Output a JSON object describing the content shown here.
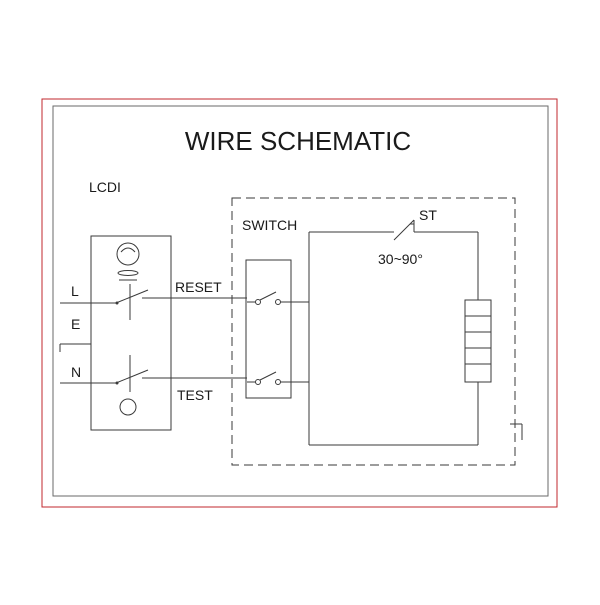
{
  "title": "WIRE SCHEMATIC",
  "lcdi": {
    "label": "LCDI"
  },
  "terminals": {
    "l": "L",
    "e": "E",
    "n": "N"
  },
  "lines": {
    "reset": "RESET",
    "test": "TEST"
  },
  "switch": {
    "label": "SWITCH"
  },
  "thermostat": {
    "label": "ST",
    "range": "30~90°"
  },
  "colors": {
    "frame": "#c0272d",
    "line": "#3a3a3a",
    "text": "#1a1a1a"
  }
}
